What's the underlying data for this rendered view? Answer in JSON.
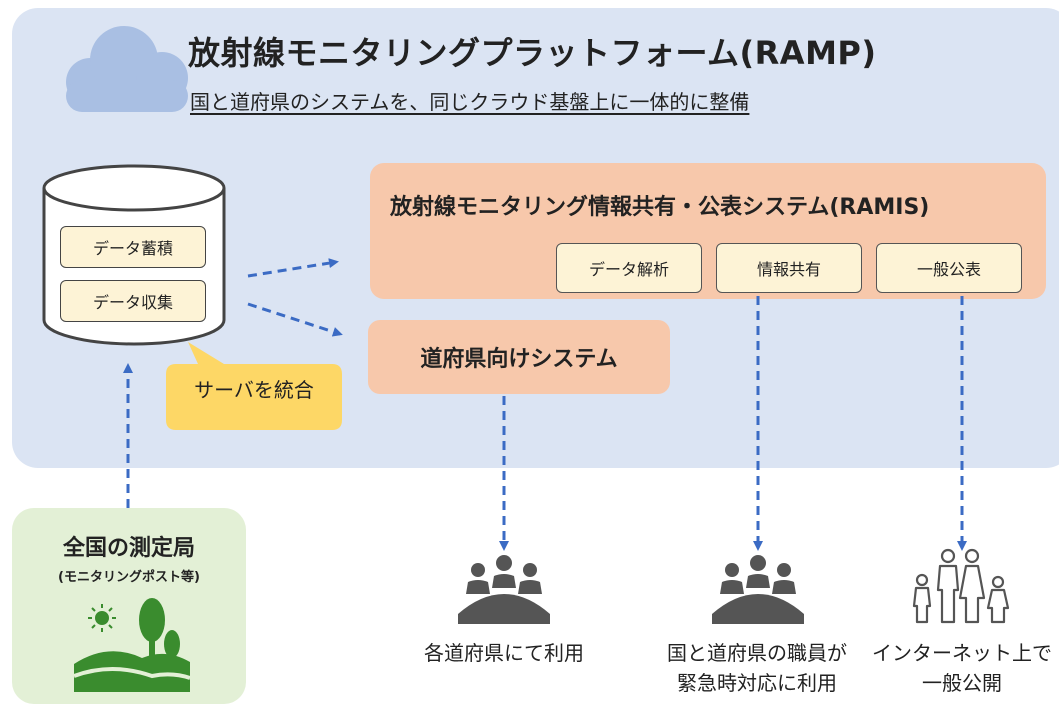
{
  "header": {
    "title": "放射線モニタリングプラットフォーム(RAMP)",
    "subtitle": "国と道府県のシステムを、同じクラウド基盤上に一体的に整備"
  },
  "database": {
    "items": [
      "データ蓄積",
      "データ収集"
    ]
  },
  "callout": "サーバを統合",
  "ramis": {
    "title": "放射線モニタリング情報共有・公表システム(RAMIS)",
    "functions": [
      "データ解析",
      "情報共有",
      "一般公表"
    ]
  },
  "prefecture_system": "道府県向けシステム",
  "stations": {
    "title": "全国の測定局",
    "subtitle": "(モニタリングポスト等)"
  },
  "users": [
    {
      "icon": "meeting-people-icon",
      "caption_line1": "各道府県にて利用",
      "caption_line2": ""
    },
    {
      "icon": "meeting-people-icon",
      "caption_line1": "国と道府県の職員が",
      "caption_line2": "緊急時対応に利用"
    },
    {
      "icon": "family-icon",
      "caption_line1": "インターネット上で",
      "caption_line2": "一般公開"
    }
  ],
  "colors": {
    "platform_bg": "#dbe4f3",
    "cloud": "#a9bfe3",
    "ramis_bg": "#f7c8ab",
    "chip_bg": "#fdf3d6",
    "callout": "#fdd766",
    "stations_bg": "#e3f0d6",
    "landscape": "#3a8c2e",
    "arrow": "#3b6bc4",
    "icon_gray": "#555555"
  }
}
